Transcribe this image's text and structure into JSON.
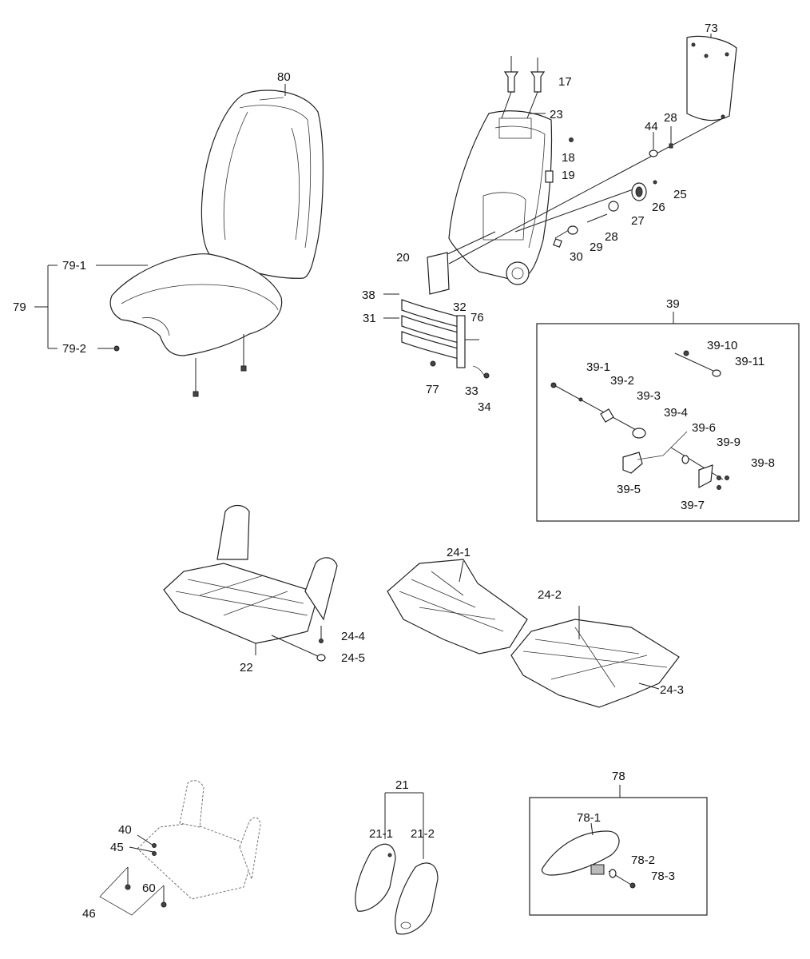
{
  "callouts": [
    "80",
    "73",
    "17",
    "23",
    "18",
    "19",
    "44",
    "28",
    "25",
    "26",
    "27",
    "28",
    "29",
    "30",
    "20",
    "79",
    "79-1",
    "79-2",
    "38",
    "31",
    "32",
    "76",
    "77",
    "33",
    "34",
    "39",
    "39-10",
    "39-11",
    "39-1",
    "39-2",
    "39-3",
    "39-4",
    "39-6",
    "39-9",
    "39-8",
    "39-5",
    "39-7",
    "24-1",
    "24-2",
    "24-4",
    "24-5",
    "22",
    "24-3",
    "21",
    "21-1",
    "21-2",
    "78",
    "78-1",
    "78-2",
    "78-3",
    "40",
    "45",
    "60",
    "46"
  ]
}
